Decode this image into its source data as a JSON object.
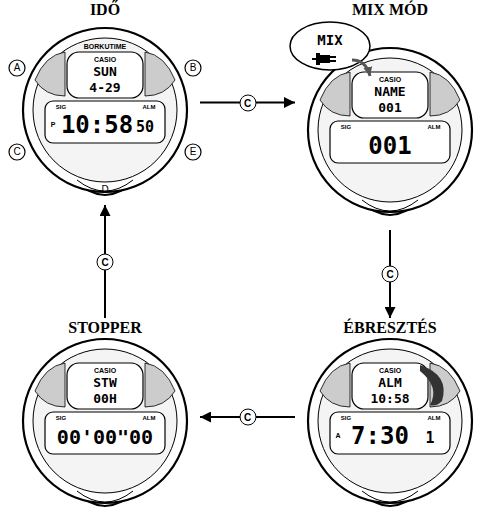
{
  "diagram": {
    "nodes": [
      {
        "text": [
          "IDŐ",
          "BORKUTIME",
          "CASIO",
          "SUN",
          "4-29",
          "SIG",
          "ALM",
          "P",
          "10:58",
          "50",
          "A",
          "B",
          "C",
          "D",
          "E"
        ]
      },
      {
        "text": [
          "MIX MÓD",
          "CASIO",
          "NAME",
          "001",
          "SIG",
          "ALM",
          "001"
        ]
      },
      {
        "text": [
          "ÉBRESZTÉS",
          "CASIO",
          "ALM",
          "10:58",
          "SIG",
          "ALM",
          "A",
          "7:30",
          "1"
        ]
      },
      {
        "text": [
          "STOPPER",
          "CASIO",
          "STW",
          "00H",
          "SIG",
          "ALM",
          "00'00\"00"
        ]
      }
    ],
    "edges": [
      {
        "from": 0,
        "to": 1,
        "label": "C",
        "arrow": "to"
      },
      {
        "from": 1,
        "to": 2,
        "label": "C",
        "arrow": "to"
      },
      {
        "from": 2,
        "to": 3,
        "label": "C",
        "arrow": "to"
      },
      {
        "from": 3,
        "to": 0,
        "label": "C",
        "arrow": "to"
      }
    ],
    "labels": [
      "MIX"
    ]
  }
}
